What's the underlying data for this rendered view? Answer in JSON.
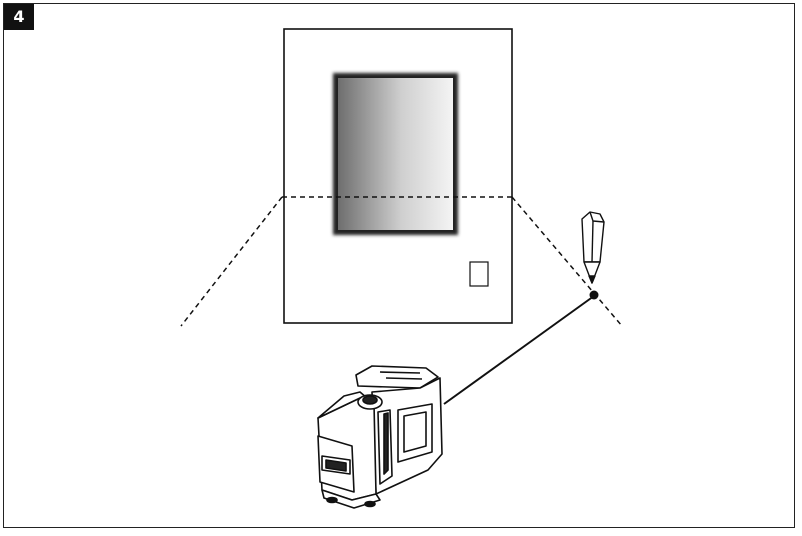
{
  "figure": {
    "step_number": "4"
  },
  "scene": {
    "wall": "wall-panel",
    "window": "window-pane",
    "switch": "light-switch",
    "laser_lines": [
      "horizontal-laser-line",
      "inclined-laser-line",
      "pointing-beam"
    ],
    "marker": "pencil-icon",
    "device": "laser-level-device"
  },
  "colors": {
    "line": "#111111",
    "glass_dark": "#6e6e6e",
    "glass_light": "#f2f2f2",
    "device_body": "#ffffff"
  }
}
